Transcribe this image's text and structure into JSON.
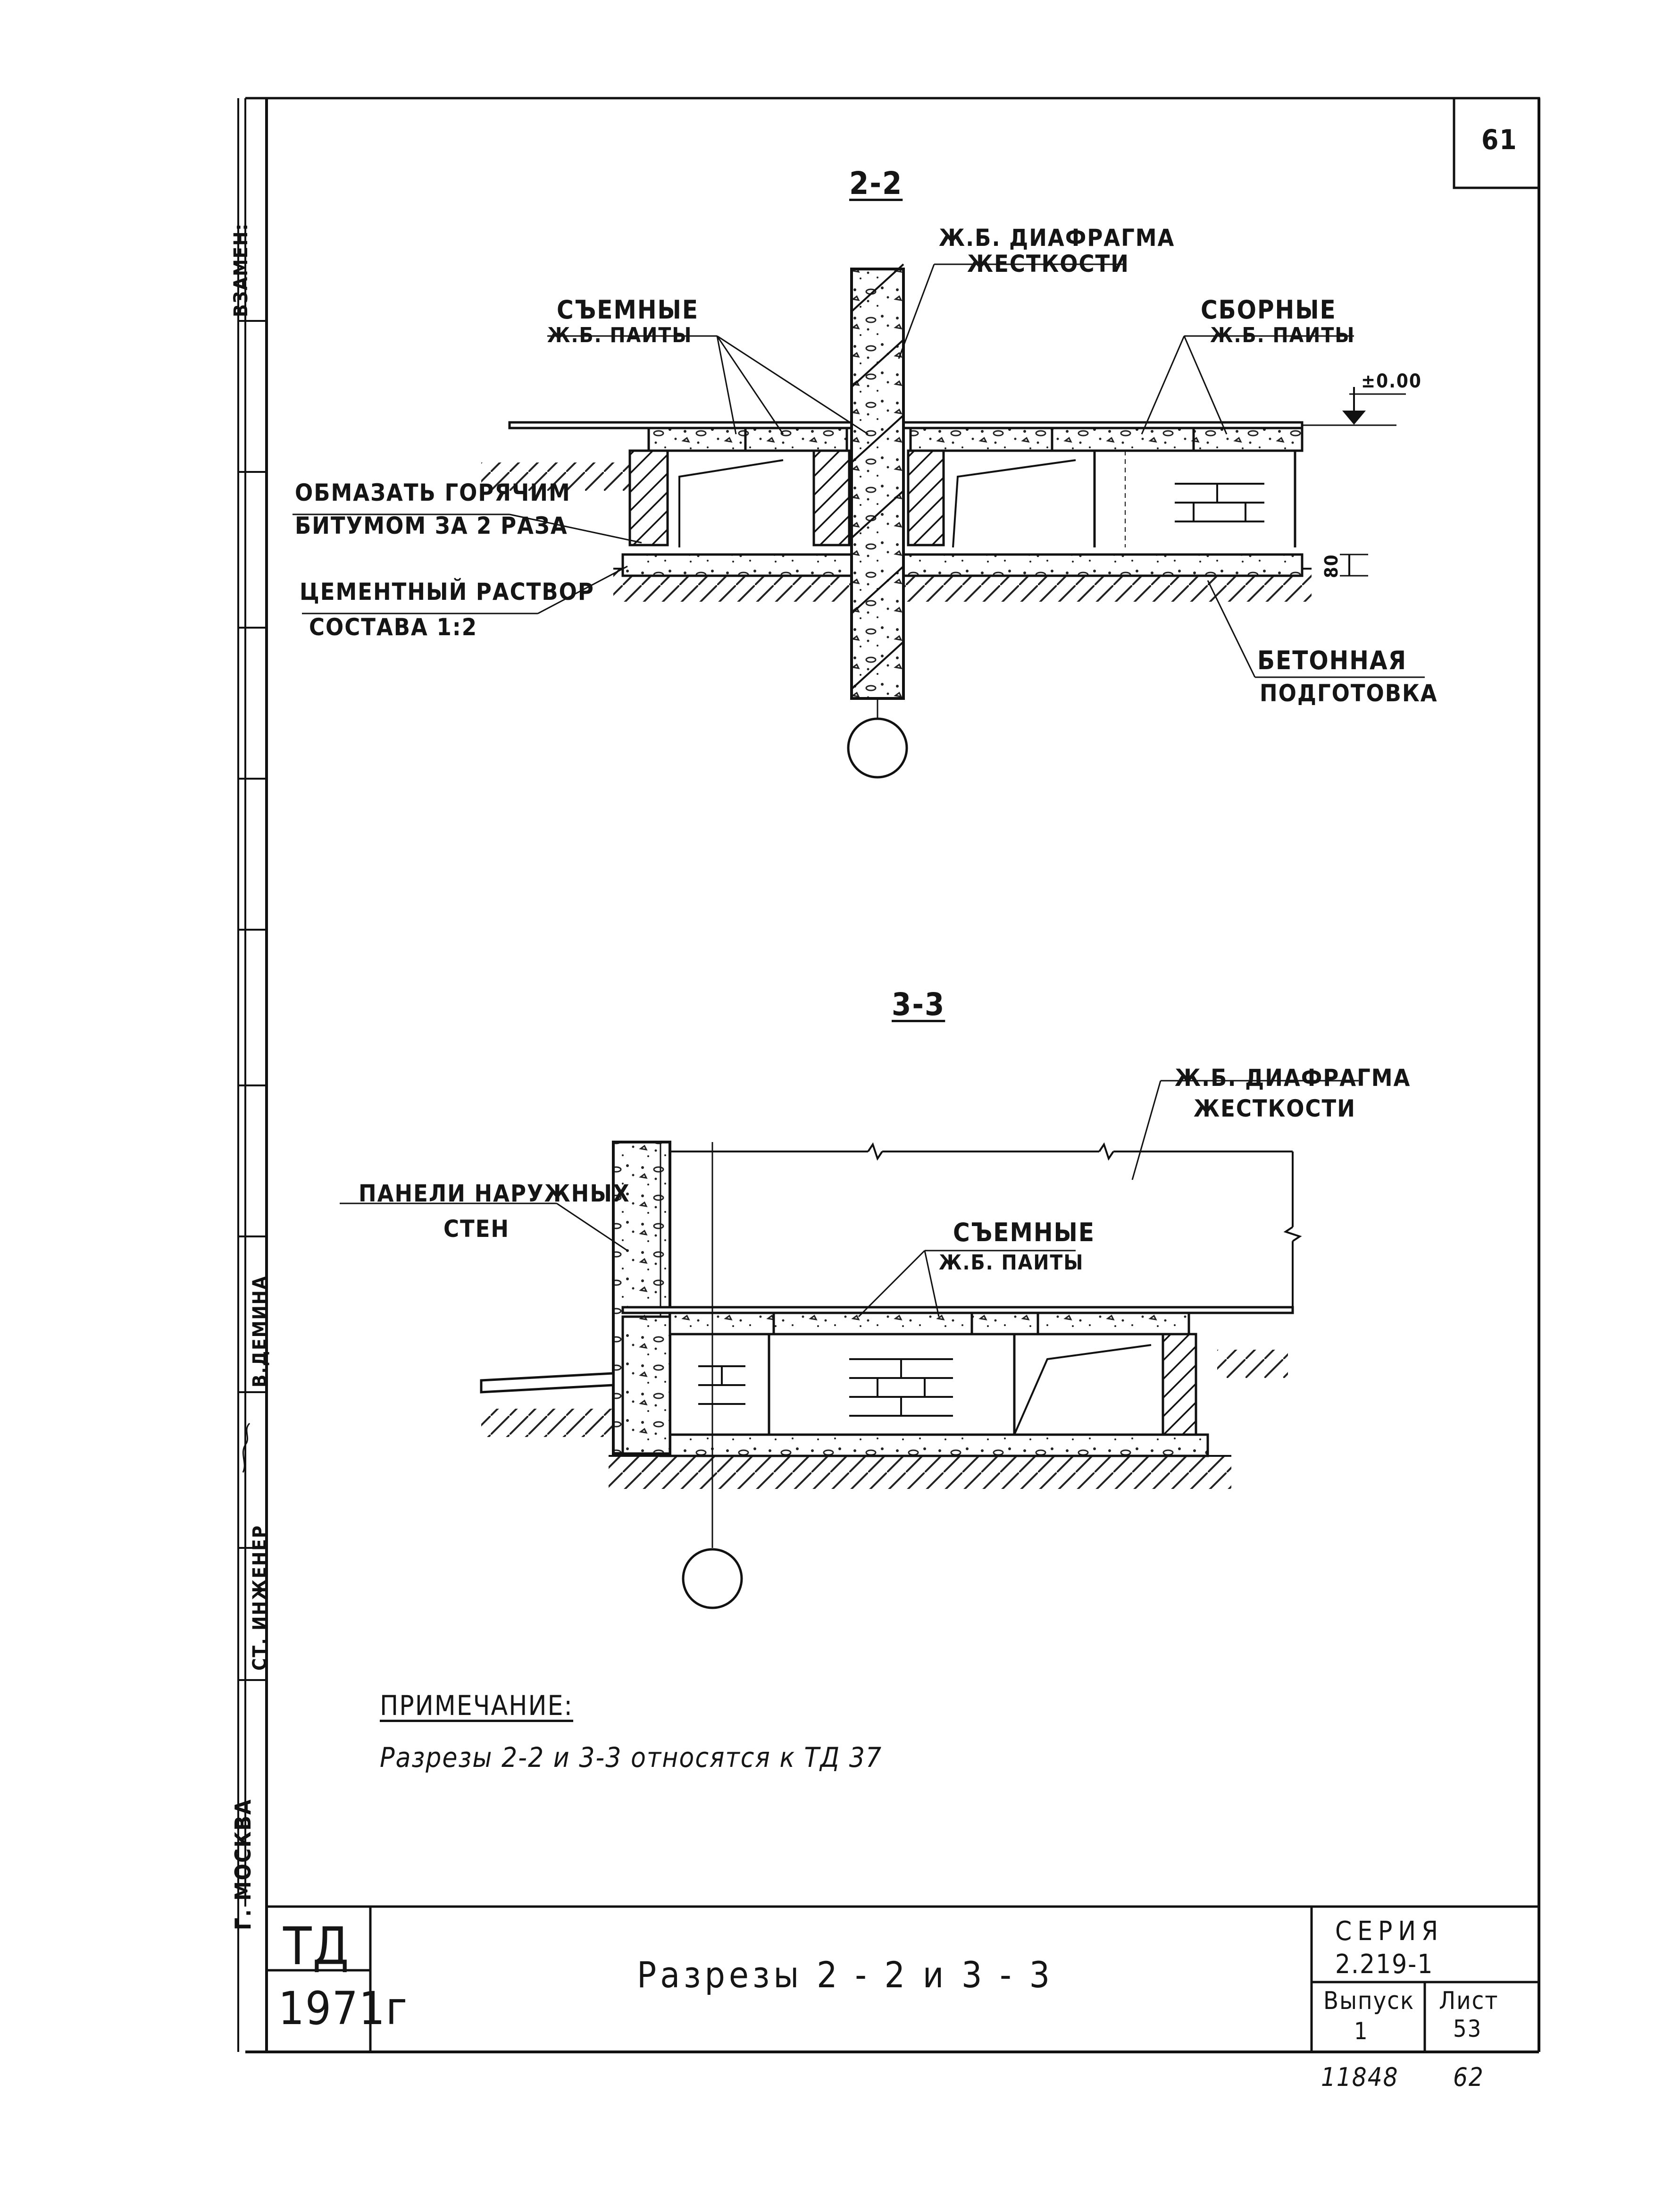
{
  "sheet_number": "61",
  "section_2_2": {
    "title": "2-2",
    "diaphragm_label_1": "Ж.Б. ДИАФРАГМА",
    "diaphragm_label_2": "ЖЕСТКОСТИ",
    "removable_slabs_1": "СЪЕМНЫЕ",
    "removable_slabs_2": "Ж.Б. ПАИТЫ",
    "precast_slabs_1": "СБОРНЫЕ",
    "precast_slabs_2": "Ж.Б. ПАИТЫ",
    "level_mark": "±0.00",
    "bitumen_1": "ОБМАЗАТЬ ГОРЯЧИМ",
    "bitumen_2": "БИТУМОМ ЗА 2 РАЗА",
    "cement_1": "ЦЕМЕНТНЫЙ РАСТВОР",
    "cement_2": "СОСТАВА 1:2",
    "concrete_prep_1": "БЕТОННАЯ",
    "concrete_prep_2": "ПОДГОТОВКА",
    "dim_thickness": "80"
  },
  "section_3_3": {
    "title": "3-3",
    "diaphragm_label_1": "Ж.Б. ДИАФРАГМА",
    "diaphragm_label_2": "ЖЕСТКОСТИ",
    "panels_1": "ПАНЕЛИ НАРУЖНЫХ",
    "panels_2": "СТЕН",
    "removable_1": "СЪЕМНЫЕ",
    "removable_2": "Ж.Б. ПАИТЫ"
  },
  "note": {
    "heading": "ПРИМЕЧАНИЕ:",
    "text": "Разрезы 2-2 и 3-3 относятся к ТД 37"
  },
  "side_stamp": {
    "replacement": "ВЗАМЕН:",
    "engineer": "СТ. ИНЖЕНЕР",
    "name": "В.ДЕМИНА",
    "city": "Г. МОСКВА"
  },
  "title_block": {
    "code": "ТД",
    "year": "1971г",
    "title": "Разрезы   2 - 2   и   3 - 3",
    "series_label": "СЕРИЯ",
    "series_value": "2.219-1",
    "issue_label": "Выпуск",
    "issue_value": "1",
    "sheet_label": "Лист",
    "sheet_value": "53",
    "inv_number": "11848",
    "page_number": "62"
  }
}
